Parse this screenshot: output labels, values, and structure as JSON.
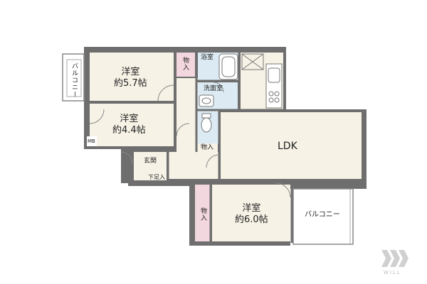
{
  "rooms": {
    "western1": {
      "name": "洋室",
      "size": "約5.7帖"
    },
    "western2": {
      "name": "洋室",
      "size": "約4.4帖"
    },
    "western3": {
      "name": "洋室",
      "size": "約6.0帖"
    },
    "ldk": {
      "name": "LDK"
    },
    "bath": {
      "name": "浴室"
    },
    "washroom": {
      "name": "洗面室"
    },
    "entrance": {
      "name": "玄関"
    }
  },
  "labels": {
    "closet_top": "物入",
    "closet_toilet": "物入",
    "closet_vertical": "物入",
    "shoe_storage": "下足入",
    "mb": "MB",
    "balcony_left": "バルコニー",
    "balcony_right": "バルコニー"
  },
  "brand": {
    "name": "WILL"
  },
  "colors": {
    "wall": "#6e6e6e",
    "floor": "#f6f2e6",
    "wet_area": "#dcebf3",
    "storage": "#f3d7de",
    "balcony": "#ffffff",
    "logo": "#d0d0d0"
  }
}
